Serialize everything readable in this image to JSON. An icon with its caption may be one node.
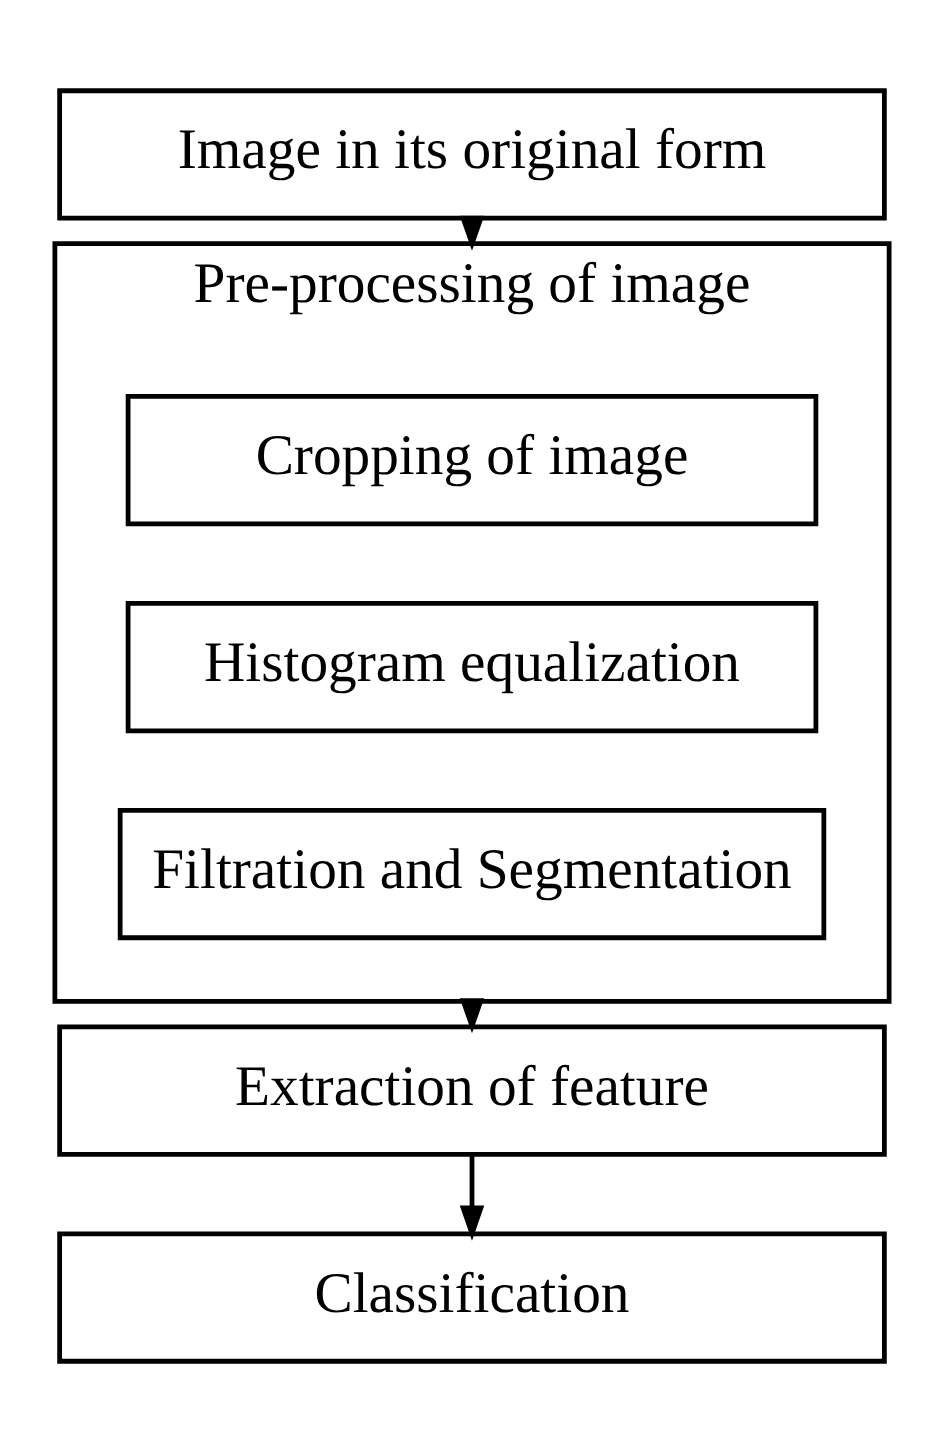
{
  "diagram": {
    "nodes": [
      {
        "text": [
          "Image in its original form"
        ]
      },
      {
        "text": [
          "Pre-processing of image"
        ]
      },
      {
        "text": [
          "Cropping of image"
        ],
        "in": 1
      },
      {
        "text": [
          "Histogram equalization"
        ],
        "in": 1
      },
      {
        "text": [
          "Filtration and Segmentation"
        ],
        "in": 1
      },
      {
        "text": [
          "Extraction of feature"
        ]
      },
      {
        "text": [
          "Classification"
        ]
      }
    ],
    "edges": [
      {
        "from": 0,
        "to": 1,
        "arrow": "to"
      },
      {
        "from": 1,
        "to": 5,
        "arrow": "to"
      },
      {
        "from": 5,
        "to": 6,
        "arrow": "to"
      }
    ]
  }
}
